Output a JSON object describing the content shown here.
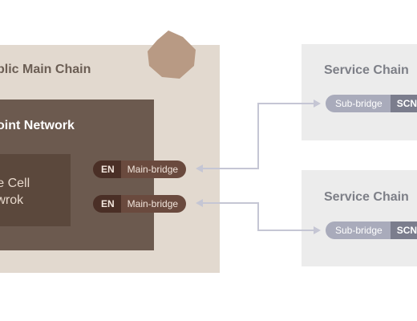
{
  "public_main_chain": {
    "title": "blic Main Chain"
  },
  "endpoint_network": {
    "title": "oint Network"
  },
  "core_cell_network": {
    "title": "ore Cell\netwrok"
  },
  "main_bridges": [
    {
      "tag": "EN",
      "label": "Main-bridge"
    },
    {
      "tag": "EN",
      "label": "Main-bridge"
    }
  ],
  "service_chains": [
    {
      "title": "Service Chain",
      "bridge_label": "Sub-bridge",
      "bridge_tag": "SCN"
    },
    {
      "title": "Service Chain",
      "bridge_label": "Sub-bridge",
      "bridge_tag": "SCN"
    }
  ],
  "colors": {
    "main_chain_bg": "#e2d9cf",
    "endpoint_bg": "#6c5a4f",
    "core_bg": "#5b483c",
    "service_bg": "#ececec",
    "connector": "#c5c6d4"
  }
}
